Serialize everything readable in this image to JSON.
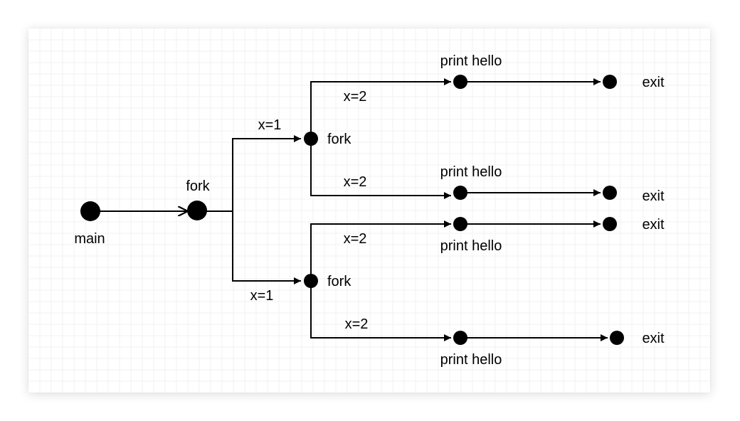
{
  "colors": {
    "grid_minor": "#f2f2f2",
    "grid_major": "#e3e3e3",
    "stroke": "#000000",
    "node_fill": "#000000",
    "background": "#ffffff"
  },
  "nodes": {
    "main": "main",
    "fork_root": "fork",
    "fork_upper": "fork",
    "fork_lower": "fork"
  },
  "edges": {
    "upper_branch": "x=1",
    "lower_branch": "x=1",
    "upper_top": "x=2",
    "upper_bottom": "x=2",
    "lower_top": "x=2",
    "lower_bottom": "x=2"
  },
  "prints": {
    "p1": "print hello",
    "p2": "print hello",
    "p3": "print hello",
    "p4": "print hello"
  },
  "exits": {
    "e1": "exit",
    "e2": "exit",
    "e3": "exit",
    "e4": "exit"
  }
}
